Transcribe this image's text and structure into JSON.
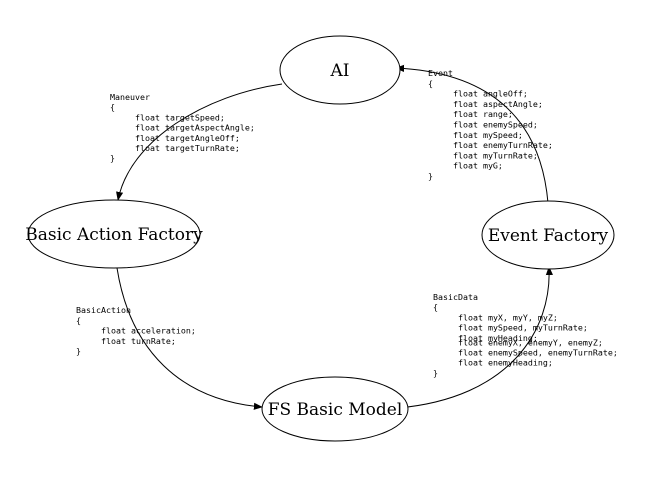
{
  "nodes": {
    "ai": {
      "label": "AI"
    },
    "basic_action_factory": {
      "label": "Basic Action Factory"
    },
    "event_factory": {
      "label": "Event Factory"
    },
    "fs_basic_model": {
      "label": "FS Basic Model"
    }
  },
  "structs": {
    "maneuver": {
      "lines": [
        "Maneuver",
        "{",
        "     float targetSpeed;",
        "     float targetAspectAngle;",
        "     float targetAngleOff;",
        "     float targetTurnRate;",
        "}"
      ]
    },
    "event": {
      "lines": [
        "Event",
        "{",
        "     float angleOff;",
        "     float aspectAngle;",
        "     float range;",
        "     float enemySpeed;",
        "     float mySpeed;",
        "     float enemyTurnRate;",
        "     float myTurnRate;",
        "     float myG;",
        "}"
      ]
    },
    "basic_action": {
      "lines": [
        "BasicAction",
        "{",
        "     float acceleration;",
        "     float turnRate;",
        "}"
      ]
    },
    "basic_data": {
      "lines": [
        "BasicData",
        "{",
        "     float myX, myY, myZ;",
        "     float mySpeed, myTurnRate;",
        "     float myHeading;",
        "",
        "     float enemyX, enemyY, enemyZ;",
        "     float enemySpeed, enemyTurnRate;",
        "     float enemyHeading;",
        "}"
      ]
    }
  }
}
